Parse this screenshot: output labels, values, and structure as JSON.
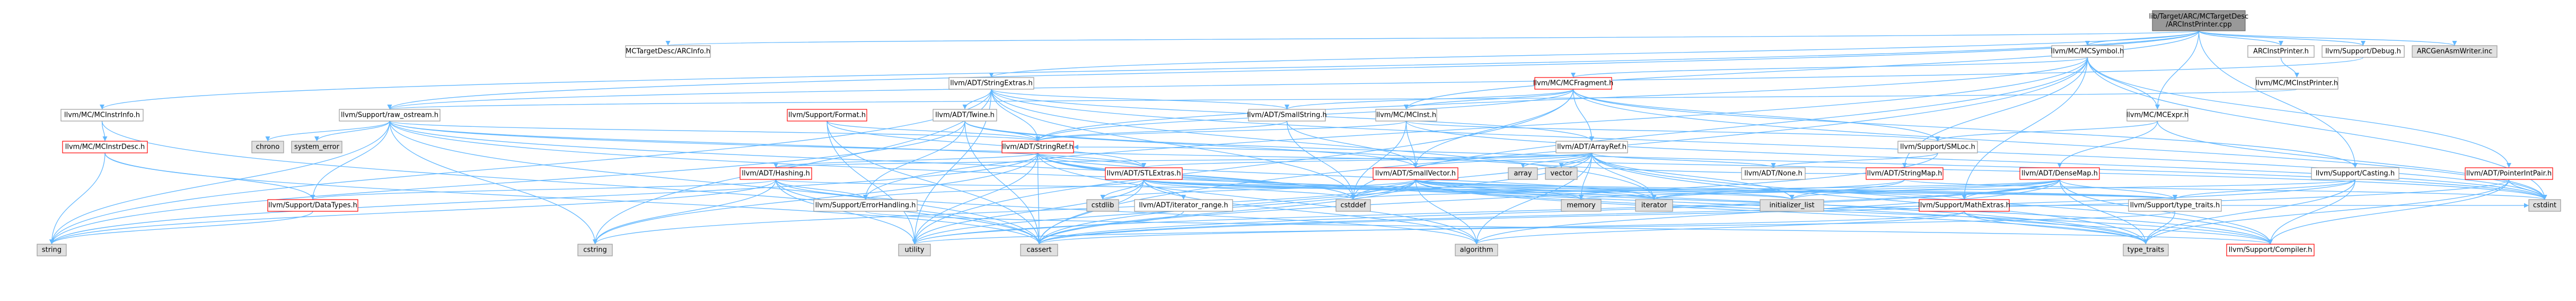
{
  "colors": {
    "edge": "#63b8ff",
    "root_fill": "#999999",
    "root_border": "#666666",
    "normal_fill": "#ffffff",
    "normal_border": "#999999",
    "linked_border": "#ff0000",
    "system_fill": "#e0e0e0",
    "system_border": "#999999",
    "text": "#000000"
  },
  "nodes": [
    {
      "id": "root",
      "label": [
        "lib/Target/ARC/MCTargetDesc",
        "/ARCInstPrinter.cpp"
      ],
      "kind": "root"
    },
    {
      "id": "arcinfo",
      "label": [
        "MCTargetDesc/ARCInfo.h"
      ],
      "kind": "normal"
    },
    {
      "id": "mcsymbol",
      "label": [
        "llvm/MC/MCSymbol.h"
      ],
      "kind": "normal"
    },
    {
      "id": "arcinstprinter",
      "label": [
        "ARCInstPrinter.h"
      ],
      "kind": "normal"
    },
    {
      "id": "debug",
      "label": [
        "llvm/Support/Debug.h"
      ],
      "kind": "normal"
    },
    {
      "id": "genasmwriter",
      "label": [
        "ARCGenAsmWriter.inc"
      ],
      "kind": "system"
    },
    {
      "id": "mcinstinfo",
      "label": [
        "llvm/MC/MCInstrInfo.h"
      ],
      "kind": "normal"
    },
    {
      "id": "stringextras",
      "label": [
        "llvm/ADT/StringExtras.h"
      ],
      "kind": "normal"
    },
    {
      "id": "mcfragment",
      "label": [
        "llvm/MC/MCFragment.h"
      ],
      "kind": "linked"
    },
    {
      "id": "mcinstprinter",
      "label": [
        "llvm/MC/MCInstPrinter.h"
      ],
      "kind": "normal"
    },
    {
      "id": "rawostream",
      "label": [
        "llvm/Support/raw_ostream.h"
      ],
      "kind": "normal"
    },
    {
      "id": "format",
      "label": [
        "llvm/Support/Format.h"
      ],
      "kind": "linked"
    },
    {
      "id": "twine",
      "label": [
        "llvm/ADT/Twine.h"
      ],
      "kind": "normal"
    },
    {
      "id": "smallstring",
      "label": [
        "llvm/ADT/SmallString.h"
      ],
      "kind": "normal"
    },
    {
      "id": "mcinst",
      "label": [
        "llvm/MC/MCInst.h"
      ],
      "kind": "normal"
    },
    {
      "id": "mcexpr",
      "label": [
        "llvm/MC/MCExpr.h"
      ],
      "kind": "normal"
    },
    {
      "id": "mcinstrdesc",
      "label": [
        "llvm/MC/MCInstrDesc.h"
      ],
      "kind": "linked"
    },
    {
      "id": "chrono",
      "label": [
        "chrono"
      ],
      "kind": "system"
    },
    {
      "id": "systemerror",
      "label": [
        "system_error"
      ],
      "kind": "system"
    },
    {
      "id": "stringref",
      "label": [
        "llvm/ADT/StringRef.h"
      ],
      "kind": "linked"
    },
    {
      "id": "arrayref",
      "label": [
        "llvm/ADT/ArrayRef.h"
      ],
      "kind": "normal"
    },
    {
      "id": "smloc",
      "label": [
        "llvm/Support/SMLoc.h"
      ],
      "kind": "normal"
    },
    {
      "id": "hashing",
      "label": [
        "llvm/ADT/Hashing.h"
      ],
      "kind": "linked"
    },
    {
      "id": "stlextras",
      "label": [
        "llvm/ADT/STLExtras.h"
      ],
      "kind": "linked"
    },
    {
      "id": "smallvector",
      "label": [
        "llvm/ADT/SmallVector.h"
      ],
      "kind": "linked"
    },
    {
      "id": "array",
      "label": [
        "array"
      ],
      "kind": "system"
    },
    {
      "id": "vector",
      "label": [
        "vector"
      ],
      "kind": "system"
    },
    {
      "id": "none",
      "label": [
        "llvm/ADT/None.h"
      ],
      "kind": "normal"
    },
    {
      "id": "stringmap",
      "label": [
        "llvm/ADT/StringMap.h"
      ],
      "kind": "linked"
    },
    {
      "id": "densemap",
      "label": [
        "llvm/ADT/DenseMap.h"
      ],
      "kind": "linked"
    },
    {
      "id": "casting",
      "label": [
        "llvm/Support/Casting.h"
      ],
      "kind": "normal"
    },
    {
      "id": "pointerintpair",
      "label": [
        "llvm/ADT/PointerIntPair.h"
      ],
      "kind": "linked"
    },
    {
      "id": "datatypes",
      "label": [
        "llvm/Support/DataTypes.h"
      ],
      "kind": "linked"
    },
    {
      "id": "errorhandling",
      "label": [
        "llvm/Support/ErrorHandling.h"
      ],
      "kind": "normal"
    },
    {
      "id": "cstdlib",
      "label": [
        "cstdlib"
      ],
      "kind": "system"
    },
    {
      "id": "iteratorrange",
      "label": [
        "llvm/ADT/iterator_range.h"
      ],
      "kind": "normal"
    },
    {
      "id": "cstddef",
      "label": [
        "cstddef"
      ],
      "kind": "system"
    },
    {
      "id": "memory",
      "label": [
        "memory"
      ],
      "kind": "system"
    },
    {
      "id": "iterator",
      "label": [
        "iterator"
      ],
      "kind": "system"
    },
    {
      "id": "initializerlist",
      "label": [
        "initializer_list"
      ],
      "kind": "system"
    },
    {
      "id": "mathextras",
      "label": [
        "llvm/Support/MathExtras.h"
      ],
      "kind": "linked"
    },
    {
      "id": "typetraits",
      "label": [
        "llvm/Support/type_traits.h"
      ],
      "kind": "normal"
    },
    {
      "id": "cstdint",
      "label": [
        "cstdint"
      ],
      "kind": "system"
    },
    {
      "id": "string",
      "label": [
        "string"
      ],
      "kind": "system"
    },
    {
      "id": "cstring",
      "label": [
        "cstring"
      ],
      "kind": "system"
    },
    {
      "id": "utility",
      "label": [
        "utility"
      ],
      "kind": "system"
    },
    {
      "id": "cassert",
      "label": [
        "cassert"
      ],
      "kind": "system"
    },
    {
      "id": "algorithm",
      "label": [
        "algorithm"
      ],
      "kind": "system"
    },
    {
      "id": "typetraitsstd",
      "label": [
        "type_traits"
      ],
      "kind": "system"
    },
    {
      "id": "compiler",
      "label": [
        "llvm/Support/Compiler.h"
      ],
      "kind": "linked"
    }
  ]
}
